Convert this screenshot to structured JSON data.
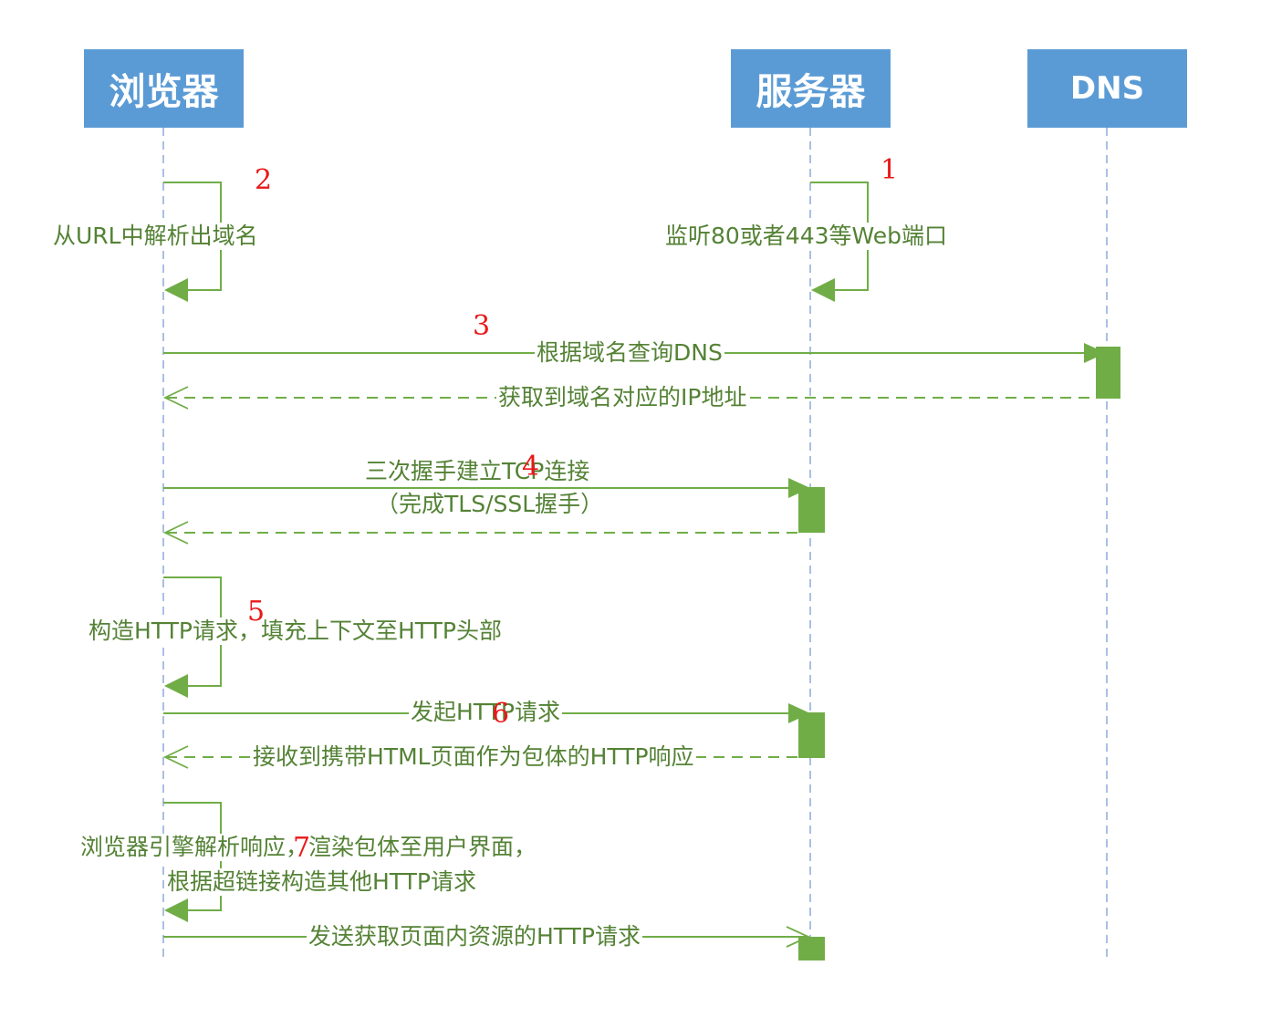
{
  "actors": {
    "browser": "浏览器",
    "server": "服务器",
    "dns": "DNS"
  },
  "messages": {
    "parse_domain": "从URL中解析出域名",
    "listen_port": "监听80或者443等Web端口",
    "query_dns": "根据域名查询DNS",
    "dns_reply": "获取到域名对应的IP地址",
    "tcp_handshake_line1": "三次握手建立TCP连接",
    "tcp_handshake_line2": "（完成TLS/SSL握手）",
    "build_request": "构造HTTP请求，填充上下文至HTTP头部",
    "send_request": "发起HTTP请求",
    "receive_response": "接收到携带HTML页面作为包体的HTTP响应",
    "render_line1": "浏览器引擎解析响应，渲染包体至用户界面，",
    "render_line2": "根据超链接构造其他HTTP请求",
    "fetch_resources": "发送获取页面内资源的HTTP请求"
  },
  "steps": [
    "1",
    "2",
    "3",
    "4",
    "5",
    "6",
    "7"
  ],
  "colors": {
    "actor_box": "#5b9bd5",
    "lifeline": "#8eaadb",
    "message": "#70ad47",
    "label": "#548235",
    "step_number": "#e81919"
  }
}
